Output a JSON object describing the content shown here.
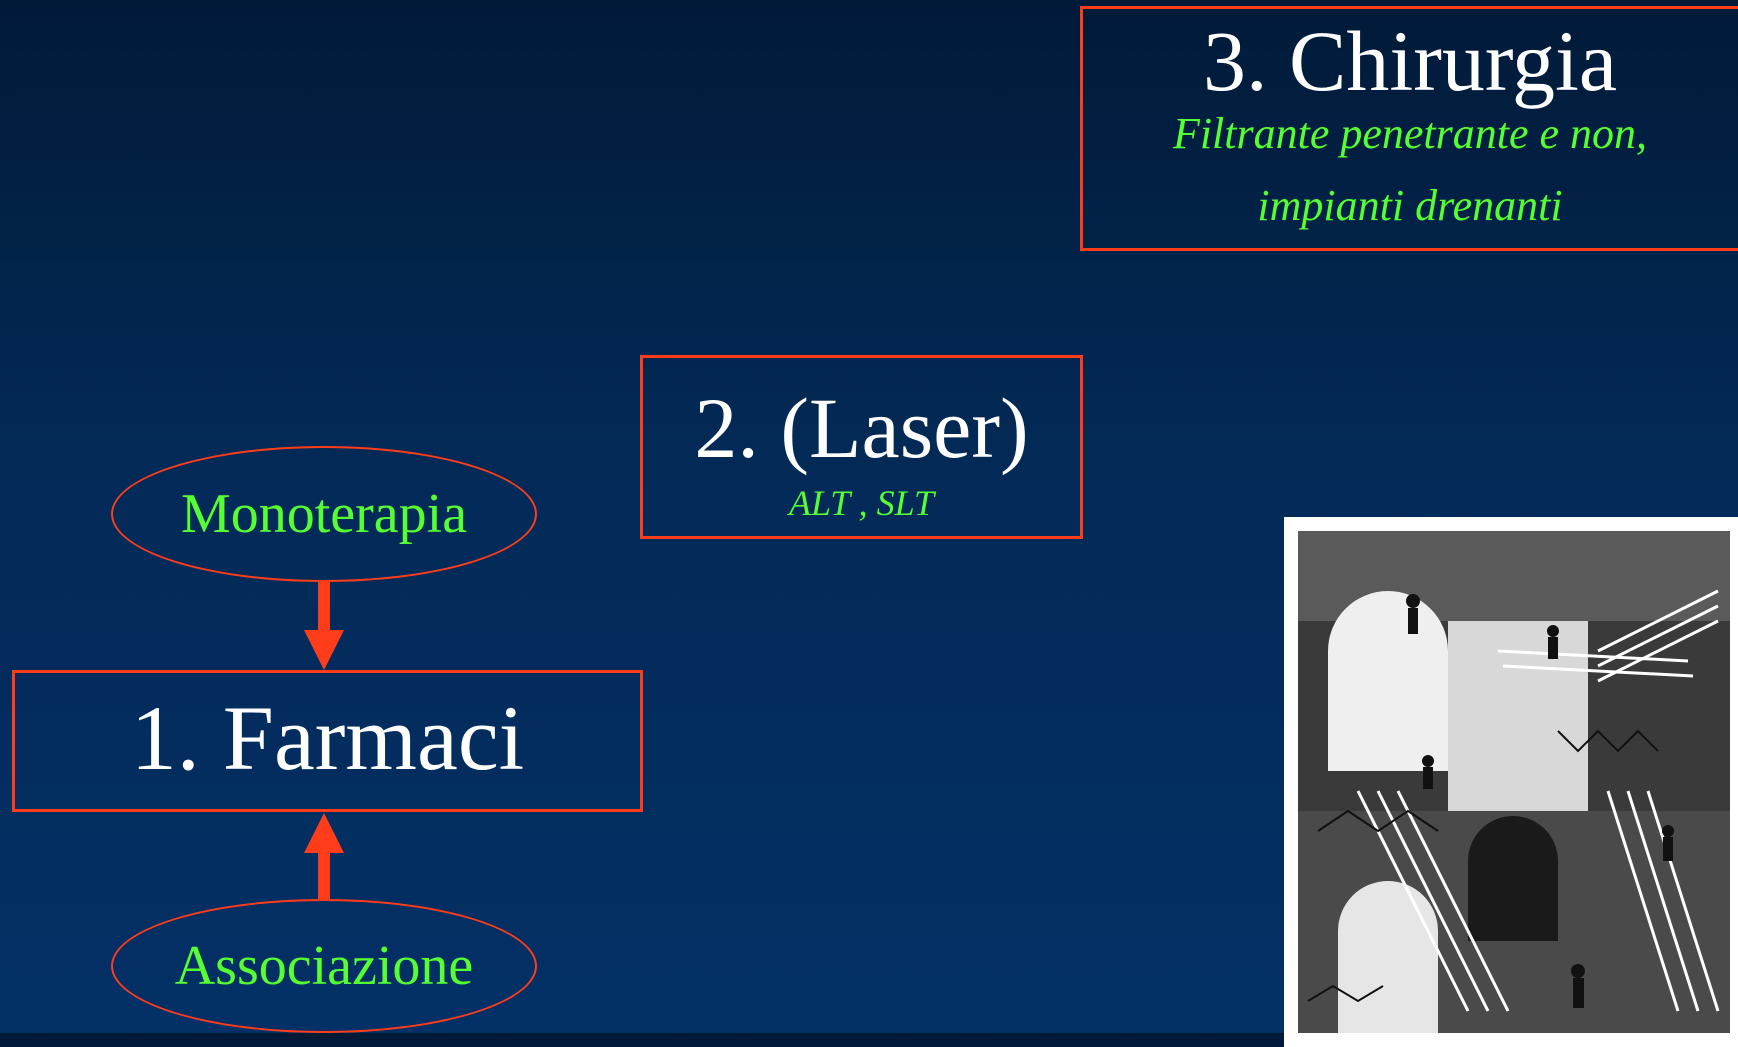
{
  "steps": [
    {
      "title": "1. Farmaci",
      "subtitle": ""
    },
    {
      "title": "2. (Laser)",
      "subtitle": "ALT , SLT"
    },
    {
      "title": "3. Chirurgia",
      "subtitle_line1": "Filtrante penetrante e non,",
      "subtitle_line2": "impianti drenanti"
    }
  ],
  "ovals": {
    "top": "Monoterapia",
    "bottom": "Associazione"
  },
  "colors": {
    "line": "#ff3d1a",
    "title_text": "#ffffff",
    "sub_text": "#55ff33",
    "background": "#022a56"
  },
  "image": {
    "subject": "escher-relativity-staircase-engraving"
  }
}
